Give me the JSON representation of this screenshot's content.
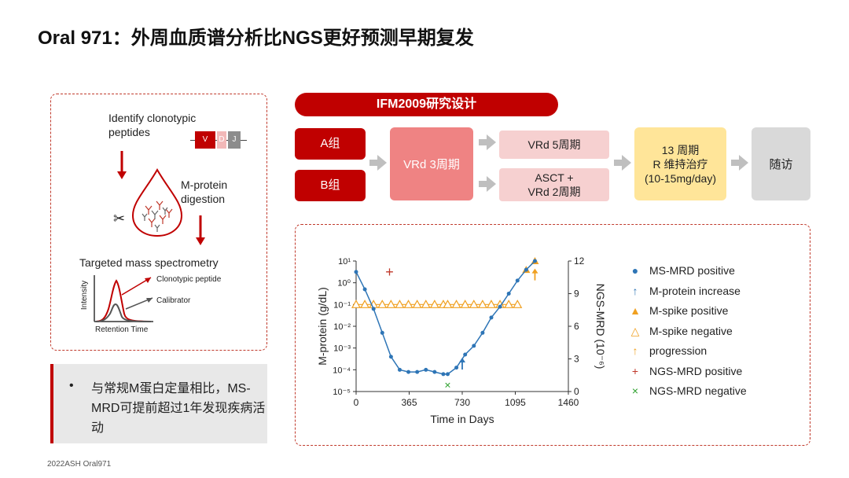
{
  "title": "Oral 971：外周血质谱分析比NGS更好预测早期复发",
  "left_panel": {
    "step1": "Identify clonotypic peptides",
    "vdj": [
      "V",
      "D",
      "J"
    ],
    "step2": "M-protein digestion",
    "step3": "Targeted mass spectrometry",
    "mini_chart": {
      "ylabel": "Intensity",
      "xlabel": "Retention Time",
      "label1": "Clonotypic peptide",
      "label2": "Calibrator"
    }
  },
  "note": {
    "text": "与常规M蛋白定量相比，MS-MRD可提前超过1年发现疾病活动"
  },
  "study": {
    "banner": "IFM2009研究设计",
    "group_a": "A组",
    "group_b": "B组",
    "induction": "VRd 3周期",
    "arm_a": "VRd 5周期",
    "arm_b_line1": "ASCT +",
    "arm_b_line2": "VRd 2周期",
    "maint_line1": "13 周期",
    "maint_line2": "R 维持治疗",
    "maint_line3": "(10-15mg/day)",
    "followup": "随访"
  },
  "chart_data": {
    "type": "line",
    "xlabel": "Time in Days",
    "ylabel": "M-protein (g/dL)",
    "y2label": "NGS-MRD (10⁻⁶)",
    "xlim": [
      0,
      1460
    ],
    "xticks": [
      0,
      365,
      730,
      1095,
      1460
    ],
    "ylim_log10": [
      -5,
      1
    ],
    "yticks": [
      "10¹",
      "10⁰",
      "10⁻¹",
      "10⁻²",
      "10⁻³",
      "10⁻⁴",
      "10⁻⁵"
    ],
    "y2lim": [
      0,
      12
    ],
    "y2ticks": [
      0,
      3,
      6,
      9,
      12
    ],
    "series": [
      {
        "name": "MS-MRD positive",
        "color": "#2e75b6",
        "x": [
          0,
          60,
          120,
          180,
          240,
          300,
          360,
          420,
          480,
          540,
          600,
          630,
          690,
          750,
          810,
          870,
          930,
          990,
          1050,
          1110,
          1170,
          1230
        ],
        "log10_y": [
          0.5,
          -0.3,
          -1.2,
          -2.3,
          -3.4,
          -4.0,
          -4.1,
          -4.1,
          -4.0,
          -4.1,
          -4.2,
          -4.2,
          -3.9,
          -3.3,
          -2.9,
          -2.3,
          -1.6,
          -1.1,
          -0.5,
          0.1,
          0.6,
          1.0
        ]
      },
      {
        "name": "M-spike positive",
        "color": "#f0a020",
        "x": [
          1170,
          1230
        ],
        "log10_y": [
          0.6,
          1.0
        ]
      },
      {
        "name": "M-spike negative",
        "color": "#f0a020",
        "x": [
          0,
          60,
          120,
          180,
          240,
          300,
          360,
          420,
          480,
          540,
          600,
          630,
          690,
          750,
          810,
          870,
          930,
          990,
          1050,
          1110
        ],
        "log10_y": [
          -1.0,
          -1.0,
          -1.0,
          -1.0,
          -1.0,
          -1.0,
          -1.0,
          -1.0,
          -1.0,
          -1.0,
          -1.0,
          -1.0,
          -1.0,
          -1.0,
          -1.0,
          -1.0,
          -1.0,
          -1.0,
          -1.0,
          -1.0
        ]
      }
    ],
    "markers": {
      "m_protein_increase": {
        "x": 730,
        "log10_y": -3.7
      },
      "progression": {
        "x": 1230,
        "log10_y": 0.4
      },
      "ngs_positive": {
        "x": 230,
        "log10_y": 0.5
      },
      "ngs_negative": {
        "x": 630,
        "log10_y": -4.7
      }
    },
    "legend": [
      {
        "symbol": "●",
        "color": "#2e75b6",
        "label": "MS-MRD positive"
      },
      {
        "symbol": "↑",
        "color": "#2e75b6",
        "label": "M-protein increase"
      },
      {
        "symbol": "▲",
        "color": "#f0a020",
        "label": "M-spike positive"
      },
      {
        "symbol": "△",
        "color": "#f0a020",
        "label": "M-spike negative"
      },
      {
        "symbol": "↑",
        "color": "#f0a020",
        "label": "progression"
      },
      {
        "symbol": "+",
        "color": "#c0392b",
        "label": "NGS-MRD positive"
      },
      {
        "symbol": "×",
        "color": "#2ca02c",
        "label": "NGS-MRD negative"
      }
    ]
  },
  "footer": "2022ASH Oral971"
}
